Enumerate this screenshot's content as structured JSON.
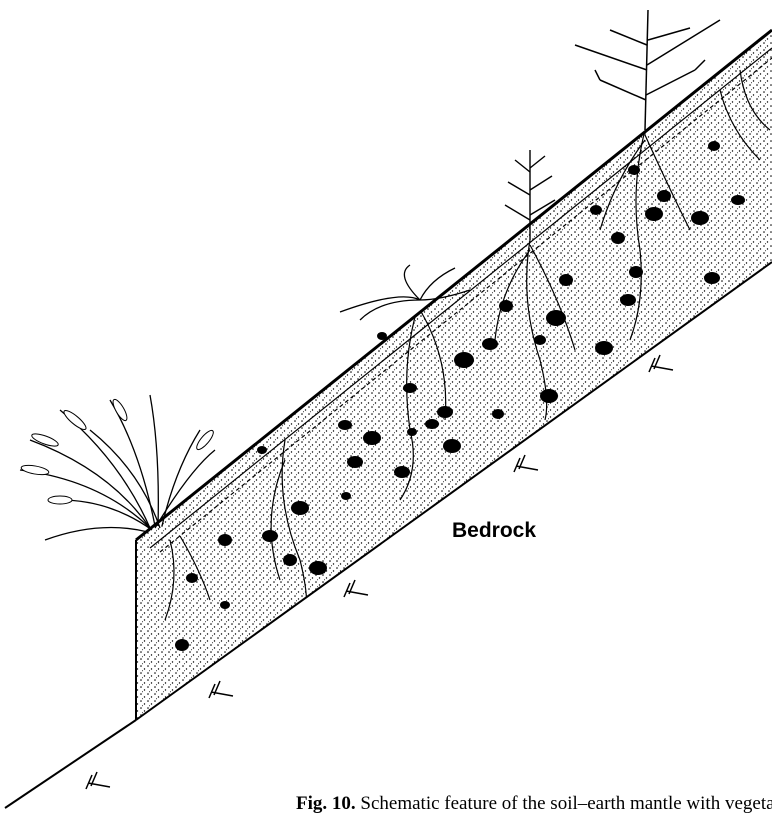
{
  "figure": {
    "label": "Bedrock",
    "caption_number": "Fig. 10.",
    "caption_text": "Schematic feature of the soil–earth mantle with vegetation"
  }
}
